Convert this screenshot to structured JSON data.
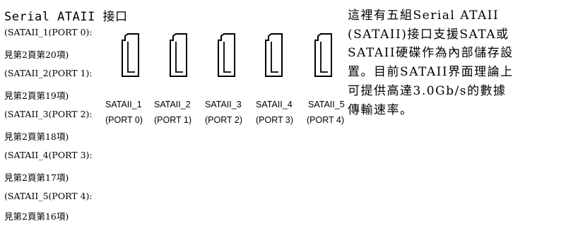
{
  "section": {
    "title": "Serial ATAII 接口"
  },
  "left_list": [
    "(SATAII_1(PORT 0):",
    "見第2頁第20項)",
    "(SATAII_2(PORT 1):",
    "見第2頁第19項)",
    "(SATAII_3(PORT 2):",
    "見第2頁第18項)",
    "(SATAII_4(PORT 3):",
    "見第2頁第17項)",
    "(SATAII_5(PORT 4):",
    "見第2頁第16項)"
  ],
  "connectors": [
    {
      "name": "SATAII_1",
      "port": "(PORT 0)"
    },
    {
      "name": "SATAII_2",
      "port": "(PORT 1)"
    },
    {
      "name": "SATAII_3",
      "port": "(PORT 2)"
    },
    {
      "name": "SATAII_4",
      "port": "(PORT 3)"
    },
    {
      "name": "SATAII_5",
      "port": "(PORT 4)"
    }
  ],
  "description": [
    "這裡有五組Serial ATAII",
    "(SATAII)接口支援SATA或",
    "SATAII硬碟作為內部儲存設",
    "置。目前SATAII界面理論上",
    "可提供高達3.0Gb/s的數據",
    "傳輸速率。"
  ]
}
